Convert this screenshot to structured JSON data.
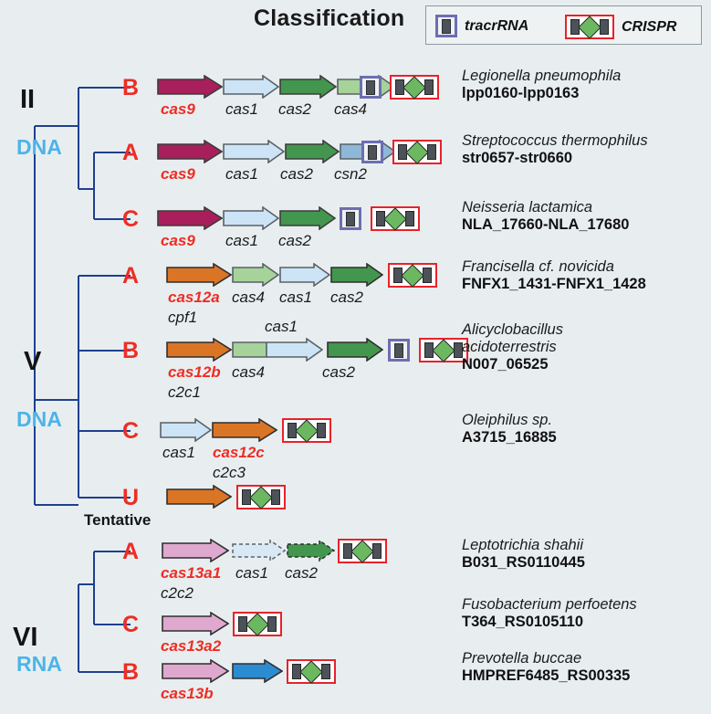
{
  "header": {
    "title": "Classification",
    "legend": [
      {
        "id": "tracrRNA",
        "label": "tracrRNA",
        "icon": "tracrrna-glyph"
      },
      {
        "id": "CRISPR",
        "label": "CRISPR",
        "icon": "crispr-array-glyph"
      }
    ]
  },
  "colors": {
    "background": "#e8eef0",
    "cas9_crimson": "#a81f5c",
    "cas12_orange": "#db7526",
    "cas13_pink": "#dfa8ce",
    "cas13b_blue": "#2c8cd1",
    "cas1_lightblue": "#cce4f6",
    "cas2_green": "#43964e",
    "cas4_lightgreen": "#a5d39a",
    "csn2_steelblue": "#8fb8d8",
    "subtype_red": "#ee2d24",
    "nucleic_blue": "#4eb3e8",
    "tree_line": "#1f3f8f",
    "crispr_border": "#e8222a",
    "tracr_border": "#6b6fb0",
    "repeat_gray": "#4c5257",
    "spacer_green": "#6cb860"
  },
  "types": [
    {
      "id": "II",
      "label": "II",
      "nucleic_acid": "DNA",
      "rows": [
        {
          "subtype": "B",
          "genes": [
            {
              "name": "cas9",
              "color": "cas9_crimson",
              "style": "arrow",
              "label_style": "red"
            },
            {
              "name": "cas1",
              "color": "cas1_lightblue",
              "style": "arrow",
              "label_style": "normal"
            },
            {
              "name": "cas2",
              "color": "cas2_green",
              "style": "arrow",
              "label_style": "normal"
            },
            {
              "name": "cas4",
              "color": "cas4_lightgreen",
              "style": "arrow",
              "label_style": "normal"
            }
          ],
          "tracrRNA": true,
          "crispr": true,
          "organism": "Legionella pneumophila",
          "locus": "lpp0160-lpp0163"
        },
        {
          "subtype": "A",
          "genes": [
            {
              "name": "cas9",
              "color": "cas9_crimson",
              "style": "arrow",
              "label_style": "red"
            },
            {
              "name": "cas1",
              "color": "cas1_lightblue",
              "style": "arrow",
              "label_style": "normal"
            },
            {
              "name": "cas2",
              "color": "cas2_green",
              "style": "arrow",
              "label_style": "normal"
            },
            {
              "name": "csn2",
              "color": "csn2_steelblue",
              "style": "arrow",
              "label_style": "normal"
            }
          ],
          "tracrRNA": true,
          "crispr": true,
          "organism": "Streptococcus thermophilus",
          "locus": "str0657-str0660"
        },
        {
          "subtype": "C",
          "genes": [
            {
              "name": "cas9",
              "color": "cas9_crimson",
              "style": "arrow",
              "label_style": "red"
            },
            {
              "name": "cas1",
              "color": "cas1_lightblue",
              "style": "arrow",
              "label_style": "normal"
            },
            {
              "name": "cas2",
              "color": "cas2_green",
              "style": "arrow",
              "label_style": "normal"
            }
          ],
          "tracrRNA": true,
          "crispr": true,
          "organism": "Neisseria lactamica",
          "locus": "NLA_17660-NLA_17680"
        }
      ]
    },
    {
      "id": "V",
      "label": "V",
      "nucleic_acid": "DNA",
      "rows": [
        {
          "subtype": "A",
          "genes": [
            {
              "name": "cas12a",
              "alt_name": "cpf1",
              "color": "cas12_orange",
              "style": "arrow",
              "label_style": "red"
            },
            {
              "name": "cas4",
              "color": "cas4_lightgreen",
              "style": "arrow",
              "label_style": "normal"
            },
            {
              "name": "cas1",
              "color": "cas1_lightblue",
              "style": "arrow",
              "label_style": "normal"
            },
            {
              "name": "cas2",
              "color": "cas2_green",
              "style": "arrow",
              "label_style": "normal"
            }
          ],
          "tracrRNA": false,
          "crispr": true,
          "organism": "Francisella cf. novicida",
          "locus": "FNFX1_1431-FNFX1_1428"
        },
        {
          "subtype": "B",
          "genes": [
            {
              "name": "cas12b",
              "alt_name": "c2c1",
              "color": "cas12_orange",
              "style": "arrow",
              "label_style": "red"
            },
            {
              "name": "cas4",
              "color": "cas4_lightgreen",
              "style": "rect",
              "label_style": "normal"
            },
            {
              "name": "cas1",
              "color": "cas1_lightblue",
              "style": "arrow",
              "label_style": "normal",
              "label_above": true
            },
            {
              "name": "cas2",
              "color": "cas2_green",
              "style": "arrow",
              "label_style": "normal"
            }
          ],
          "tracrRNA": true,
          "crispr": true,
          "organism_lines": [
            "Alicyclobacillus",
            "acidoterrestris"
          ],
          "locus": "N007_06525"
        },
        {
          "subtype": "C",
          "genes": [
            {
              "name": "cas1",
              "color": "cas1_lightblue",
              "style": "arrow",
              "label_style": "normal"
            },
            {
              "name": "cas12c",
              "alt_name": "c2c3",
              "color": "cas12_orange",
              "style": "arrow",
              "label_style": "red"
            }
          ],
          "tracrRNA": false,
          "crispr": true,
          "organism": "Oleiphilus sp.",
          "locus": "A3715_16885"
        },
        {
          "subtype": "U",
          "note": "Tentative",
          "genes": [
            {
              "name": "",
              "color": "cas12_orange",
              "style": "arrow",
              "label_style": "none"
            }
          ],
          "tracrRNA": false,
          "crispr": true,
          "organism": "",
          "locus": ""
        }
      ]
    },
    {
      "id": "VI",
      "label": "VI",
      "nucleic_acid": "RNA",
      "rows": [
        {
          "subtype": "A",
          "genes": [
            {
              "name": "cas13a1",
              "alt_name": "c2c2",
              "color": "cas13_pink",
              "style": "arrow",
              "label_style": "red"
            },
            {
              "name": "cas1",
              "color": "cas1_lightblue",
              "style": "arrow-dashed",
              "label_style": "normal"
            },
            {
              "name": "cas2",
              "color": "cas2_green",
              "style": "arrow-dashed",
              "label_style": "normal"
            }
          ],
          "tracrRNA": false,
          "crispr": true,
          "organism": "Leptotrichia shahii",
          "locus": "B031_RS0110445"
        },
        {
          "subtype": "C",
          "genes": [
            {
              "name": "cas13a2",
              "color": "cas13_pink",
              "style": "arrow",
              "label_style": "red"
            }
          ],
          "tracrRNA": false,
          "crispr": true,
          "organism": "Fusobacterium perfoetens",
          "locus": "T364_RS0105110"
        },
        {
          "subtype": "B",
          "genes": [
            {
              "name": "cas13b",
              "color": "cas13_pink",
              "style": "arrow",
              "label_style": "red"
            },
            {
              "name": "",
              "color": "cas13b_blue",
              "style": "arrow",
              "label_style": "none"
            }
          ],
          "tracrRNA": false,
          "crispr": true,
          "organism": "Prevotella buccae",
          "locus": "HMPREF6485_RS00335"
        }
      ]
    }
  ],
  "labels": {
    "type_ii": "II",
    "type_v": "V",
    "type_vi": "VI",
    "dna_ii": "DNA",
    "dna_v": "DNA",
    "rna_vi": "RNA",
    "tentative": "Tentative",
    "sub_ii_b": "B",
    "sub_ii_a": "A",
    "sub_ii_c": "C",
    "sub_v_a": "A",
    "sub_v_b": "B",
    "sub_v_c": "C",
    "sub_v_u": "U",
    "sub_vi_a": "A",
    "sub_vi_c": "C",
    "sub_vi_b": "B",
    "g_ii_b": [
      "cas9",
      "cas1",
      "cas2",
      "cas4"
    ],
    "g_ii_a": [
      "cas9",
      "cas1",
      "cas2",
      "csn2"
    ],
    "g_ii_c": [
      "cas9",
      "cas1",
      "cas2"
    ],
    "g_v_a": [
      "cas12a",
      "cpf1",
      "cas4",
      "cas1",
      "cas2"
    ],
    "g_v_b": [
      "cas12b",
      "c2c1",
      "cas4",
      "cas1",
      "cas2"
    ],
    "g_v_c": [
      "cas1",
      "cas12c",
      "c2c3"
    ],
    "g_vi_a": [
      "cas13a1",
      "c2c2",
      "cas1",
      "cas2"
    ],
    "g_vi_c": [
      "cas13a2"
    ],
    "g_vi_b": [
      "cas13b"
    ],
    "org_ii_b": [
      "Legionella pneumophila",
      "lpp0160-lpp0163"
    ],
    "org_ii_a": [
      "Streptococcus thermophilus",
      "str0657-str0660"
    ],
    "org_ii_c": [
      "Neisseria lactamica",
      "NLA_17660-NLA_17680"
    ],
    "org_v_a": [
      "Francisella cf. novicida",
      "FNFX1_1431-FNFX1_1428"
    ],
    "org_v_b": [
      "Alicyclobacillus",
      "acidoterrestris",
      "N007_06525"
    ],
    "org_v_c": [
      "Oleiphilus sp.",
      "A3715_16885"
    ],
    "org_vi_a": [
      "Leptotrichia shahii",
      "B031_RS0110445"
    ],
    "org_vi_c": [
      "Fusobacterium perfoetens",
      "T364_RS0105110"
    ],
    "org_vi_b": [
      "Prevotella buccae",
      "HMPREF6485_RS00335"
    ]
  }
}
